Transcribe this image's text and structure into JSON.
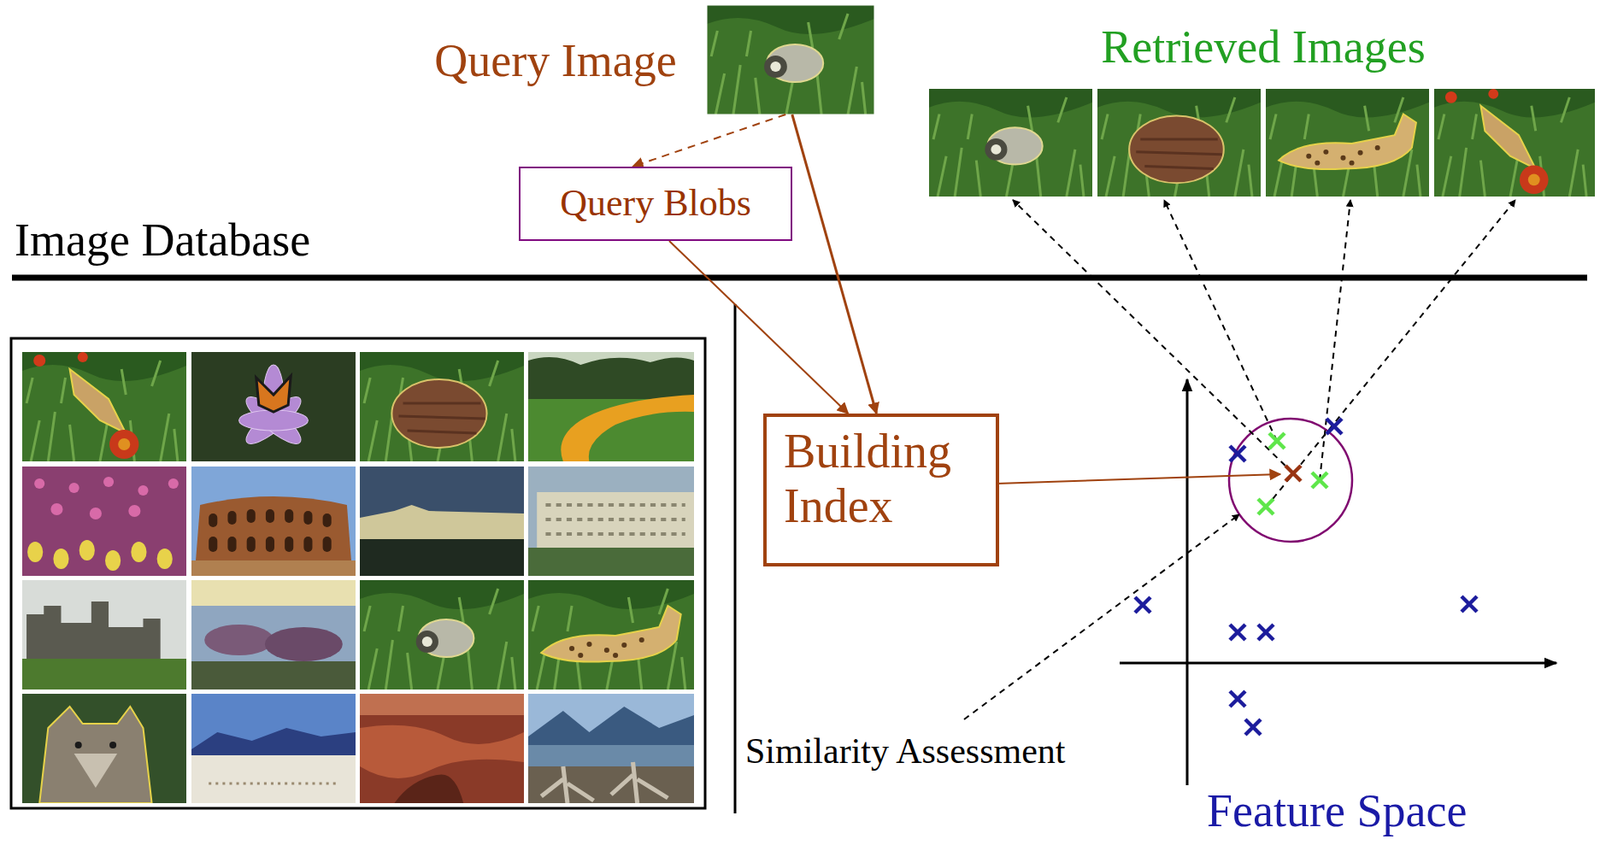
{
  "diagram": {
    "nodes": [
      {
        "text": [
          "Query Image"
        ]
      },
      {
        "text": [
          "Query Blobs"
        ]
      },
      {
        "text": [
          "Building Index"
        ]
      },
      {
        "text": [
          "Retrieved Images"
        ]
      }
    ],
    "edges": [
      {
        "from": 0,
        "to": 1,
        "arrow": "to"
      },
      {
        "from": 0,
        "to": 2,
        "arrow": "to"
      },
      {
        "from": 1,
        "to": 2,
        "arrow": "to"
      }
    ],
    "labels": [
      "Image Database",
      "Similarity Assessment",
      "Feature Space"
    ]
  }
}
